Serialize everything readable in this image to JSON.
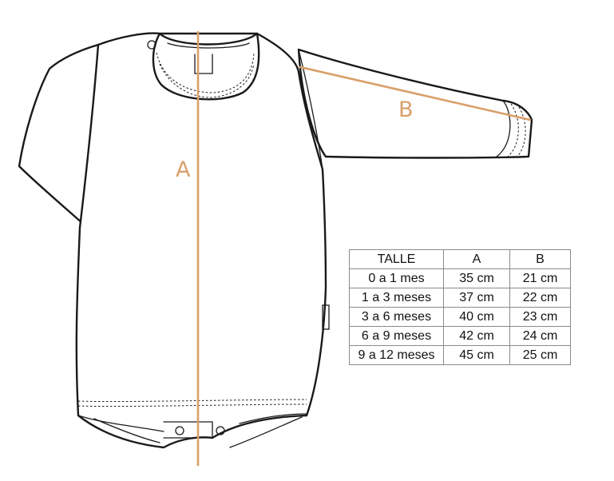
{
  "measure_color": "#d9a06b",
  "labels": {
    "a": "A",
    "b": "B"
  },
  "size_table": {
    "headers": [
      "TALLE",
      "A",
      "B"
    ],
    "rows": [
      [
        "0 a 1 mes",
        "35 cm",
        "21 cm"
      ],
      [
        "1 a 3 meses",
        "37 cm",
        "22 cm"
      ],
      [
        "3 a 6 meses",
        "40 cm",
        "23 cm"
      ],
      [
        "6 a 9 meses",
        "42 cm",
        "24 cm"
      ],
      [
        "9 a 12 meses",
        "45 cm",
        "25 cm"
      ]
    ]
  }
}
